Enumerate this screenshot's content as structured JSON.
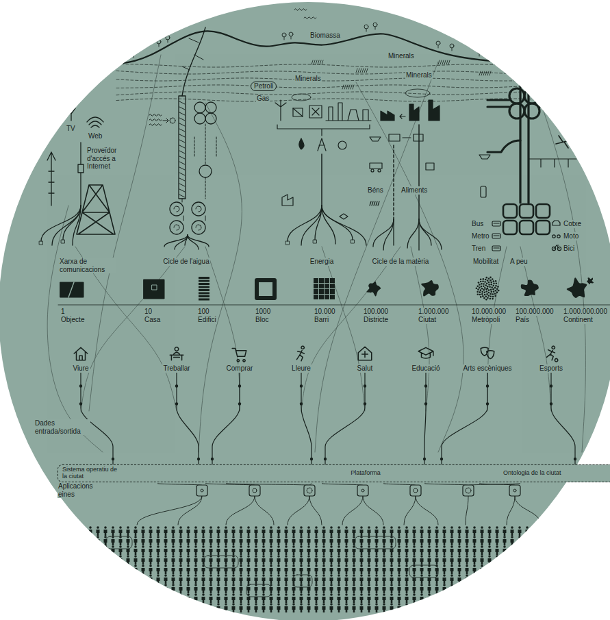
{
  "diagram": {
    "nodes": [
      {
        "text": [
          "Petroli"
        ]
      },
      {
        "text": [
          "Viure"
        ]
      },
      {
        "text": [
          "Treballar"
        ]
      },
      {
        "text": [
          "Comprar"
        ]
      },
      {
        "text": [
          "Lleure"
        ]
      },
      {
        "text": [
          "Salut"
        ]
      },
      {
        "text": [
          "Educació"
        ]
      },
      {
        "text": [
          "Arts escèniques"
        ]
      },
      {
        "text": [
          "Esports"
        ]
      },
      {
        "text": [
          "Sistema operatiu de la ciutat",
          "Plataforma",
          "Ontologia de la ciutat"
        ]
      }
    ],
    "edges": [
      {
        "from": 1,
        "to": 9,
        "arrow": "none"
      },
      {
        "from": 2,
        "to": 9,
        "arrow": "none"
      },
      {
        "from": 3,
        "to": 9,
        "arrow": "none"
      },
      {
        "from": 4,
        "to": 9,
        "arrow": "none"
      },
      {
        "from": 5,
        "to": 9,
        "arrow": "none"
      },
      {
        "from": 6,
        "to": 9,
        "arrow": "none"
      },
      {
        "from": 7,
        "to": 9,
        "arrow": "none"
      },
      {
        "from": 8,
        "to": 9,
        "arrow": "none"
      }
    ],
    "labels": [
      "Biomassa",
      "Minerals",
      "Minerals",
      "Minerals",
      "Gas",
      "TV",
      "Web",
      "Proveïdor d'accés a Internet",
      "Béns",
      "Aliments",
      "Bus",
      "Metro",
      "Tren",
      "Cotxe",
      "Moto",
      "Bici",
      "A peu",
      "Xarxa de comunicacions",
      "Cicle de l'aigua",
      "Energia",
      "Cicle de la matèria",
      "Mobilitat",
      "1",
      "Objecte",
      "10",
      "Casa",
      "100",
      "Edifici",
      "1000",
      "Bloc",
      "10.000",
      "Barri",
      "100.000",
      "Districte",
      "1.000.000",
      "Ciutat",
      "10.000.000",
      "Metròpoli",
      "100.000.000",
      "País",
      "1.000.000.000",
      "Continent",
      "Dades entrada/sortida",
      "Aplicacions eines"
    ]
  }
}
